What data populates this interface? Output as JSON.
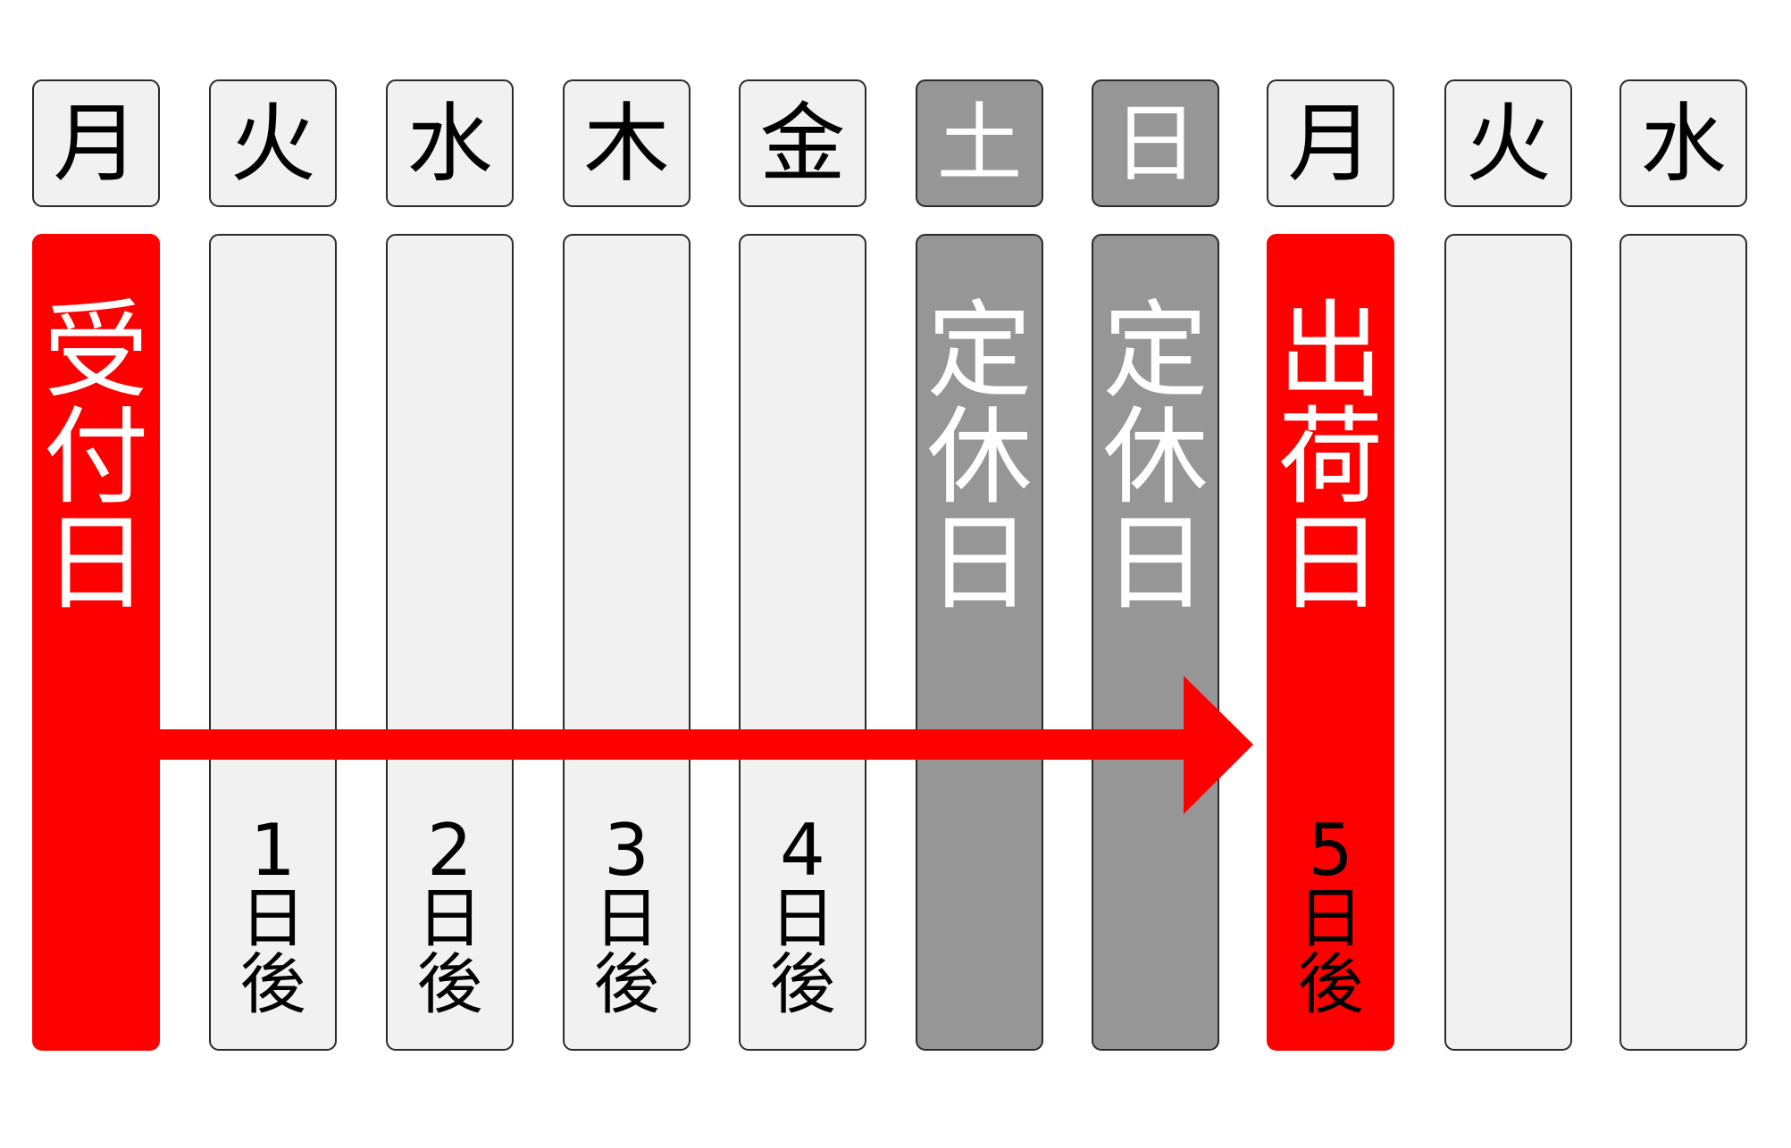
{
  "diagram": {
    "title": "",
    "columns": [
      {
        "weekday": "月",
        "type": "start",
        "label": [
          "受",
          "付",
          "日"
        ],
        "after": null
      },
      {
        "weekday": "火",
        "type": "workday",
        "label": [],
        "after": {
          "num": "1",
          "k1": "日",
          "k2": "後"
        }
      },
      {
        "weekday": "水",
        "type": "workday",
        "label": [],
        "after": {
          "num": "2",
          "k1": "日",
          "k2": "後"
        }
      },
      {
        "weekday": "木",
        "type": "workday",
        "label": [],
        "after": {
          "num": "3",
          "k1": "日",
          "k2": "後"
        }
      },
      {
        "weekday": "金",
        "type": "workday",
        "label": [],
        "after": {
          "num": "4",
          "k1": "日",
          "k2": "後"
        }
      },
      {
        "weekday": "土",
        "type": "holiday",
        "label": [
          "定",
          "休",
          "日"
        ],
        "after": null
      },
      {
        "weekday": "日",
        "type": "holiday",
        "label": [
          "定",
          "休",
          "日"
        ],
        "after": null
      },
      {
        "weekday": "月",
        "type": "ship",
        "label": [
          "出",
          "荷",
          "日"
        ],
        "after": {
          "num": "5",
          "k1": "日",
          "k2": "後"
        }
      },
      {
        "weekday": "火",
        "type": "workday",
        "label": [],
        "after": null
      },
      {
        "weekday": "水",
        "type": "workday",
        "label": [],
        "after": null
      }
    ],
    "arrow": {
      "from": "受付日",
      "to": "出荷日",
      "color": "#ff0000"
    },
    "colors": {
      "accent_red": "#ff0000",
      "holiday_gray": "#969696",
      "workday_fill": "#f1f1f1",
      "border": "#2b2b2b",
      "text_dark": "#000000",
      "text_light": "#ffffff"
    }
  }
}
